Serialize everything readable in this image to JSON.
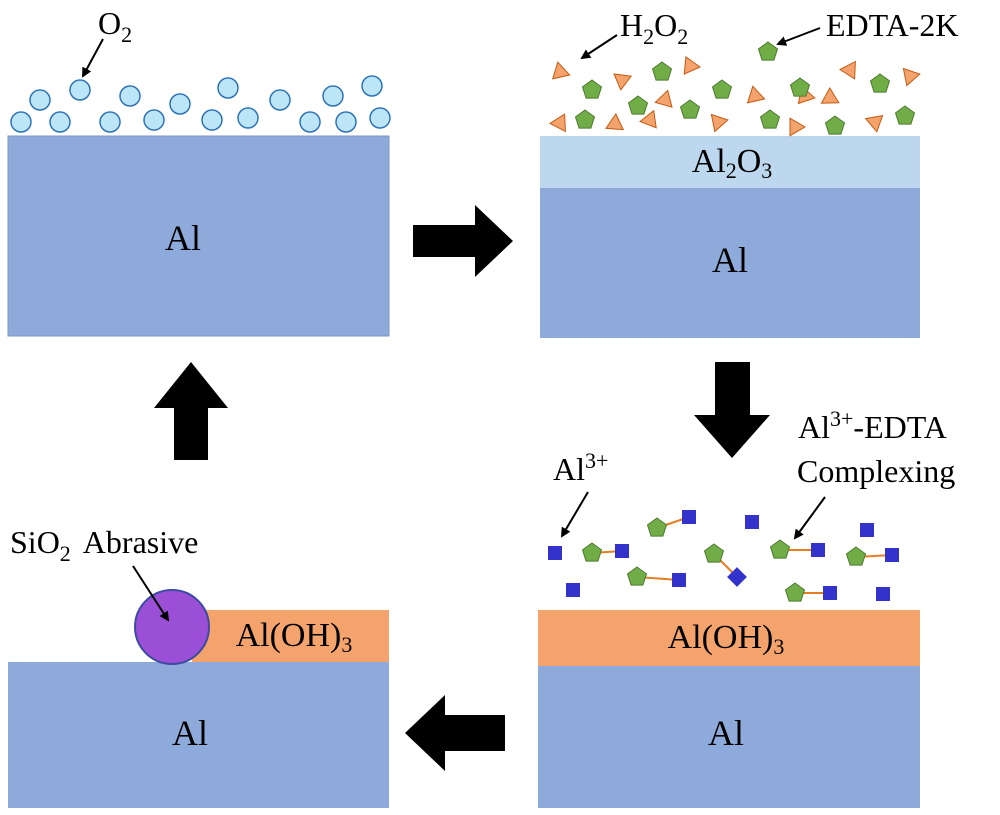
{
  "colors": {
    "aluminum": "#8eaadb",
    "aluminum_border": "#7f97c4",
    "oxide_layer": "#bdd7ee",
    "hydroxide_layer": "#f4a36c",
    "oxygen_bubble": "#bde5f8",
    "oxygen_stroke": "#2f75b5",
    "h2o2_triangle": "#f4a36c",
    "edta_pentagon": "#70ad47",
    "al_ion_square": "#3333cc",
    "abrasive": "#9b4fd6",
    "abrasive_stroke": "#3b4ba0",
    "arrow": "#000000"
  },
  "panels": {
    "top_left": {
      "substrate_label": "Al",
      "oxygen_label_base": "O",
      "oxygen_label_sub": "2"
    },
    "top_right": {
      "oxide_label_1": "Al",
      "oxide_label_sub1": "2",
      "oxide_label_2": "O",
      "oxide_label_sub2": "3",
      "substrate_label": "Al",
      "h2o2_label_1": "H",
      "h2o2_sub1": "2",
      "h2o2_label_2": "O",
      "h2o2_sub2": "2",
      "edta_label": "EDTA-2K"
    },
    "bottom_right": {
      "hydroxide_label": "Al(OH)",
      "hydroxide_sub": "3",
      "substrate_label": "Al",
      "ion_label_base": "Al",
      "ion_label_sup": "3+",
      "complex_label_base": "Al",
      "complex_label_sup": "3+",
      "complex_label_rest": "-EDTA",
      "complex_label_line2": "Complexing"
    },
    "bottom_left": {
      "hydroxide_label": "Al(OH)",
      "hydroxide_sub": "3",
      "substrate_label": "Al",
      "abrasive_label_base": "SiO",
      "abrasive_label_sub": "2",
      "abrasive_label_rest": "Abrasive"
    }
  },
  "icons": {
    "process_arrows": "block-arrow-icon",
    "oxygen": "bubble-icon",
    "h2o2": "triangle-icon",
    "edta": "pentagon-icon",
    "al_ion": "square-icon",
    "abrasive": "circle-icon"
  }
}
